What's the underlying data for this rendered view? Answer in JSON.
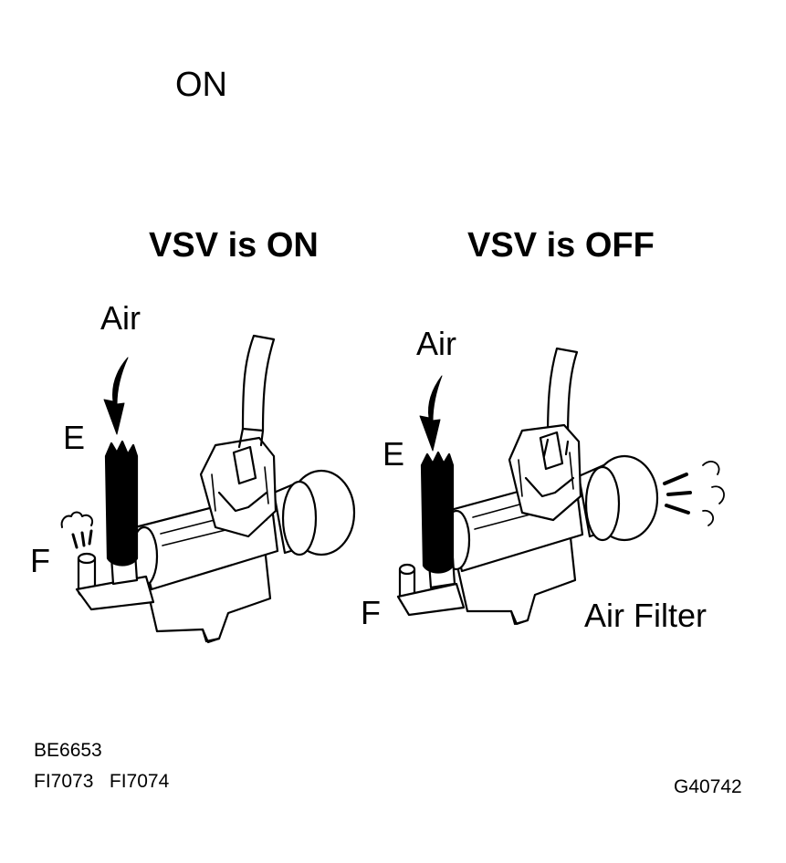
{
  "labels": {
    "top_word": "ON",
    "heading_left": "VSV is ON",
    "heading_right": "VSV is OFF",
    "left": {
      "air": "Air",
      "e": "E",
      "f": "F"
    },
    "right": {
      "air": "Air",
      "e": "E",
      "f": "F",
      "filter": "Air Filter"
    }
  },
  "codes": {
    "ref1": "BE6653",
    "ref2": "FI7073   FI7074",
    "figure": "G40742"
  },
  "colors": {
    "ink": "#000000",
    "paper": "#ffffff"
  }
}
